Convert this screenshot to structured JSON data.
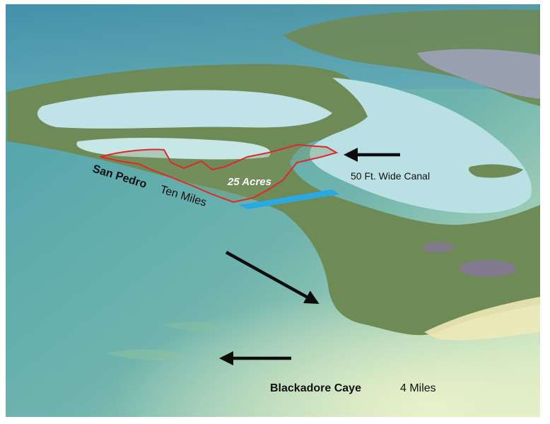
{
  "map": {
    "parcel_label": "25 Acres",
    "canal_label": "50 Ft. Wide Canal",
    "san_pedro": {
      "name": "San Pedro",
      "distance": "Ten Miles"
    },
    "blackadore": {
      "name": "Blackadore Caye",
      "distance": "4 Miles"
    }
  },
  "colors": {
    "parcel_outline": "#e0282a",
    "canal": "#2aa8e0",
    "sea_deep": "#3f9aa8",
    "sea_shallow": "#cfe8c8",
    "lagoon": "#bfe3e6",
    "land": "#6f8a58",
    "arrow": "#0d0d0d"
  }
}
